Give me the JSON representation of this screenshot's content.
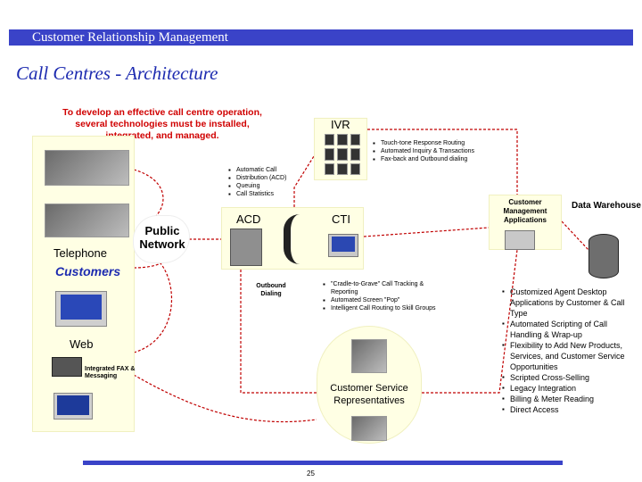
{
  "header": {
    "title": "Customer Relationship Management"
  },
  "slide": {
    "title": "Call Centres - Architecture",
    "intro": "To develop an effective call centre operation, several technologies must be installed, integrated, and managed."
  },
  "customers": {
    "telephone_label": "Telephone",
    "customers_label": "Customers",
    "web_label": "Web",
    "fax_label": "Integrated FAX & Messaging"
  },
  "public_network": {
    "label": "Public Network"
  },
  "acd": {
    "label": "ACD",
    "items": [
      "Automatic Call",
      "Distribution (ACD)",
      "Queuing",
      "Call Statistics"
    ]
  },
  "cti": {
    "label": "CTI",
    "items": [
      "\"Cradle-to-Grave\" Call Tracking & Reporting",
      "Automated Screen \"Pop\"",
      "Intelligent Call Routing to Skill Groups"
    ]
  },
  "outbound": {
    "label": "Outbound Dialing"
  },
  "ivr": {
    "label": "IVR",
    "items": [
      "Touch-tone Response Routing",
      "Automated Inquiry & Transactions",
      "Fax-back and Outbound dialing"
    ]
  },
  "crm_apps": {
    "label": "Customer Management Applications"
  },
  "data_warehouse": {
    "label": "Data Warehouse"
  },
  "crm_features": [
    "Customized Agent Desktop Applications by Customer & Call Type",
    "Automated Scripting of Call Handling & Wrap-up",
    "Flexibility to Add New Products, Services, and Customer Service Opportunities",
    "Scripted Cross-Selling",
    "Legacy Integration",
    "Billing & Meter Reading",
    "Direct Access"
  ],
  "csr": {
    "label": "Customer Service Representatives"
  },
  "footer": {
    "page_number": "25"
  },
  "colors": {
    "accent": "#3a43c8",
    "title": "#1d2bb0",
    "intro": "#d00000",
    "panel": "#ffffe4",
    "connector": "#c00000"
  }
}
